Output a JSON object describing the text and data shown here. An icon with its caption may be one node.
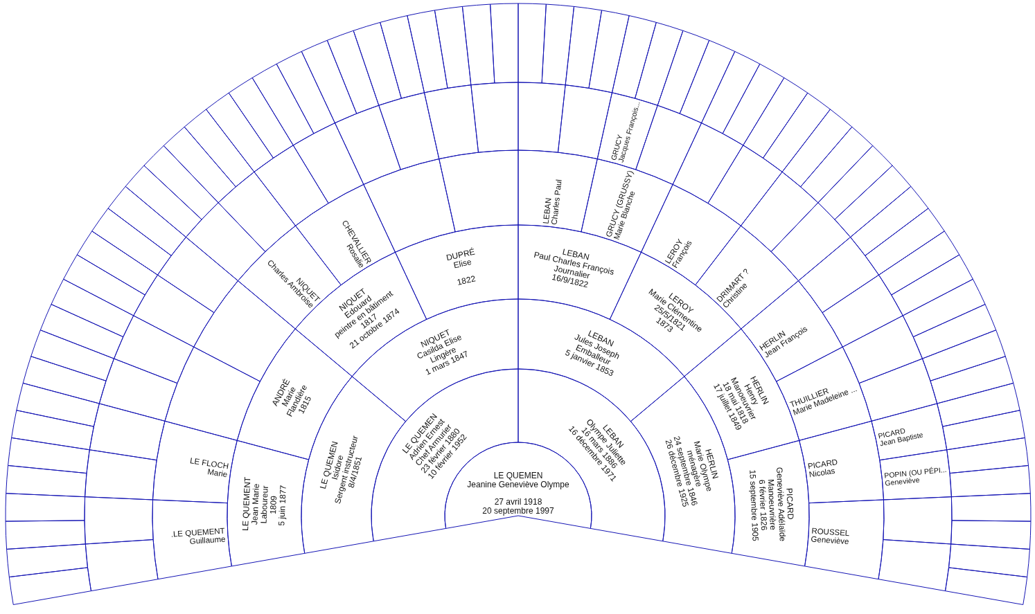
{
  "diagram": {
    "nodes": [
      {
        "text": [
          "LE QUEMEN",
          "Jeanine Geneviève Olympe",
          "27 avril 1918",
          "20 septembre 1997"
        ]
      },
      {
        "text": [
          "LE QUEMEN",
          "Adrien Ernest",
          "Chef Armurier",
          "23 février 1880",
          "10 février 1952"
        ]
      },
      {
        "text": [
          "LEBAN",
          "Olympe Juliette",
          "16 mars 1886",
          "16 décembre 1971"
        ]
      },
      {
        "text": [
          "LE QUEMEN",
          "Isidore",
          "Sergent instructeur",
          "8/4/1851"
        ]
      },
      {
        "text": [
          "NIQUET",
          "Casilda Elise",
          "Lingère",
          "1 mars 1847"
        ]
      },
      {
        "text": [
          "LEBAN",
          "Jules Joseph",
          "Emballeur",
          "5 janvier 1853"
        ]
      },
      {
        "text": [
          "HERLIN",
          "Marie Olympe",
          "ménagère",
          "24 septembre 1846",
          "26 décembre 1925"
        ]
      },
      {
        "text": [
          "LE QUEMENT",
          "Jean Marie",
          "Laboureur",
          "1809",
          "5 juin 1877"
        ]
      },
      {
        "text": [
          "ANDRÉ",
          "Marie",
          "Flandière",
          "1815"
        ]
      },
      {
        "text": [
          "NIQUET",
          "Edouard",
          "peintre en bâtiment",
          "1817",
          "21 octobre 1874"
        ]
      },
      {
        "text": [
          "DUPRÉ",
          "Elise",
          "1822"
        ]
      },
      {
        "text": [
          "LEBAN",
          "Paul Charles François",
          "Journalier",
          "16/9/1822"
        ]
      },
      {
        "text": [
          "LEROY",
          "Marie Clémentine",
          "25/5/1821",
          "1873"
        ]
      },
      {
        "text": [
          "HERLIN",
          "Henry",
          "Manoeuvrier",
          "18 mai 1818",
          "17 juillet 1849"
        ]
      },
      {
        "text": [
          "PICARD",
          "Geneviève Adélaïde",
          "Manoeuvrière",
          "6 février 1826",
          "15 septembre 1905"
        ]
      },
      {
        "text": [
          ".LE QUEMENT",
          "Guillaume"
        ]
      },
      {
        "text": [
          "LE FLOCH",
          "Marie"
        ]
      },
      {
        "text": [],
        "shape": "sector"
      },
      {
        "text": [],
        "shape": "sector"
      },
      {
        "text": [
          "NIQUET",
          "Charles Ambroise"
        ]
      },
      {
        "text": [
          "CHEVALLIER",
          "Rosalie"
        ]
      },
      {
        "text": [],
        "shape": "sector"
      },
      {
        "text": [],
        "shape": "sector"
      },
      {
        "text": [
          "LEBAN",
          "Charles Paul"
        ]
      },
      {
        "text": [
          "GRUCY (GRUSSY)",
          "Marie Blanche"
        ]
      },
      {
        "text": [
          "LEROY",
          "François"
        ]
      },
      {
        "text": [
          "DRIMART ?",
          "Christine"
        ]
      },
      {
        "text": [
          "HERLIN",
          "Jean François"
        ]
      },
      {
        "text": [
          "THUILLIER",
          "Marie Madeleine ..."
        ]
      },
      {
        "text": [
          "PICARD",
          "Nicolas"
        ]
      },
      {
        "text": [
          "ROUSSEL",
          "Geneviève"
        ]
      },
      {
        "text": [],
        "shape": "sector"
      },
      {
        "text": [],
        "shape": "sector"
      },
      {
        "text": [],
        "shape": "sector"
      },
      {
        "text": [],
        "shape": "sector"
      },
      {
        "text": [],
        "shape": "sector"
      },
      {
        "text": [],
        "shape": "sector"
      },
      {
        "text": [],
        "shape": "sector"
      },
      {
        "text": [],
        "shape": "sector"
      },
      {
        "text": [],
        "shape": "sector"
      },
      {
        "text": [],
        "shape": "sector"
      },
      {
        "text": [],
        "shape": "sector"
      },
      {
        "text": [],
        "shape": "sector"
      },
      {
        "text": [],
        "shape": "sector"
      },
      {
        "text": [],
        "shape": "sector"
      },
      {
        "text": [],
        "shape": "sector"
      },
      {
        "text": [],
        "shape": "sector"
      },
      {
        "text": [],
        "shape": "sector"
      },
      {
        "text": [],
        "shape": "sector"
      },
      {
        "text": [
          "GRUCY",
          "Jacques François..."
        ]
      },
      {
        "text": [],
        "shape": "sector"
      },
      {
        "text": [],
        "shape": "sector"
      },
      {
        "text": [],
        "shape": "sector"
      },
      {
        "text": [],
        "shape": "sector"
      },
      {
        "text": [],
        "shape": "sector"
      },
      {
        "text": [],
        "shape": "sector"
      },
      {
        "text": [],
        "shape": "sector"
      },
      {
        "text": [],
        "shape": "sector"
      },
      {
        "text": [],
        "shape": "sector"
      },
      {
        "text": [
          "PICARD",
          "Jean Baptiste"
        ]
      },
      {
        "text": [
          "POPIN (OU PÉPI...",
          "Geneviève"
        ]
      },
      {
        "text": [],
        "shape": "sector"
      },
      {
        "text": [],
        "shape": "sector"
      },
      {
        "text": [],
        "shape": "sector"
      },
      {
        "text": [],
        "shape": "sector"
      },
      {
        "text": [],
        "shape": "sector"
      },
      {
        "text": [],
        "shape": "sector"
      },
      {
        "text": [],
        "shape": "sector"
      },
      {
        "text": [],
        "shape": "sector"
      },
      {
        "text": [],
        "shape": "sector"
      },
      {
        "text": [],
        "shape": "sector"
      },
      {
        "text": [],
        "shape": "sector"
      },
      {
        "text": [],
        "shape": "sector"
      },
      {
        "text": [],
        "shape": "sector"
      },
      {
        "text": [],
        "shape": "sector"
      },
      {
        "text": [],
        "shape": "sector"
      },
      {
        "text": [],
        "shape": "sector"
      },
      {
        "text": [],
        "shape": "sector"
      },
      {
        "text": [],
        "shape": "sector"
      },
      {
        "text": [],
        "shape": "sector"
      },
      {
        "text": [],
        "shape": "sector"
      },
      {
        "text": [],
        "shape": "sector"
      },
      {
        "text": [],
        "shape": "sector"
      },
      {
        "text": [],
        "shape": "sector"
      },
      {
        "text": [],
        "shape": "sector"
      },
      {
        "text": [],
        "shape": "sector"
      },
      {
        "text": [],
        "shape": "sector"
      },
      {
        "text": [],
        "shape": "sector"
      },
      {
        "text": [],
        "shape": "sector"
      },
      {
        "text": [],
        "shape": "sector"
      },
      {
        "text": [],
        "shape": "sector"
      },
      {
        "text": [],
        "shape": "sector"
      },
      {
        "text": [],
        "shape": "sector"
      },
      {
        "text": [],
        "shape": "sector"
      },
      {
        "text": [],
        "shape": "sector"
      },
      {
        "text": [],
        "shape": "sector"
      },
      {
        "text": [],
        "shape": "sector"
      },
      {
        "text": [],
        "shape": "sector"
      },
      {
        "text": [],
        "shape": "sector"
      },
      {
        "text": [],
        "shape": "sector"
      },
      {
        "text": [],
        "shape": "sector"
      },
      {
        "text": [],
        "shape": "sector"
      },
      {
        "text": [],
        "shape": "sector"
      },
      {
        "text": [],
        "shape": "sector"
      },
      {
        "text": [],
        "shape": "sector"
      },
      {
        "text": [],
        "shape": "sector"
      },
      {
        "text": [],
        "shape": "sector"
      },
      {
        "text": [],
        "shape": "sector"
      },
      {
        "text": [],
        "shape": "sector"
      },
      {
        "text": [],
        "shape": "sector"
      },
      {
        "text": [],
        "shape": "sector"
      },
      {
        "text": [],
        "shape": "sector"
      },
      {
        "text": [],
        "shape": "sector"
      },
      {
        "text": [],
        "shape": "sector"
      },
      {
        "text": [],
        "shape": "sector"
      },
      {
        "text": [],
        "shape": "sector"
      },
      {
        "text": [],
        "shape": "sector"
      },
      {
        "text": [],
        "shape": "sector"
      },
      {
        "text": [],
        "shape": "sector"
      },
      {
        "text": [],
        "shape": "sector"
      },
      {
        "text": [],
        "shape": "sector"
      },
      {
        "text": [],
        "shape": "sector"
      },
      {
        "text": [],
        "shape": "sector"
      },
      {
        "text": [],
        "shape": "sector"
      },
      {
        "text": [],
        "shape": "sector"
      },
      {
        "text": [],
        "shape": "sector"
      },
      {
        "text": [],
        "shape": "sector"
      }
    ]
  }
}
